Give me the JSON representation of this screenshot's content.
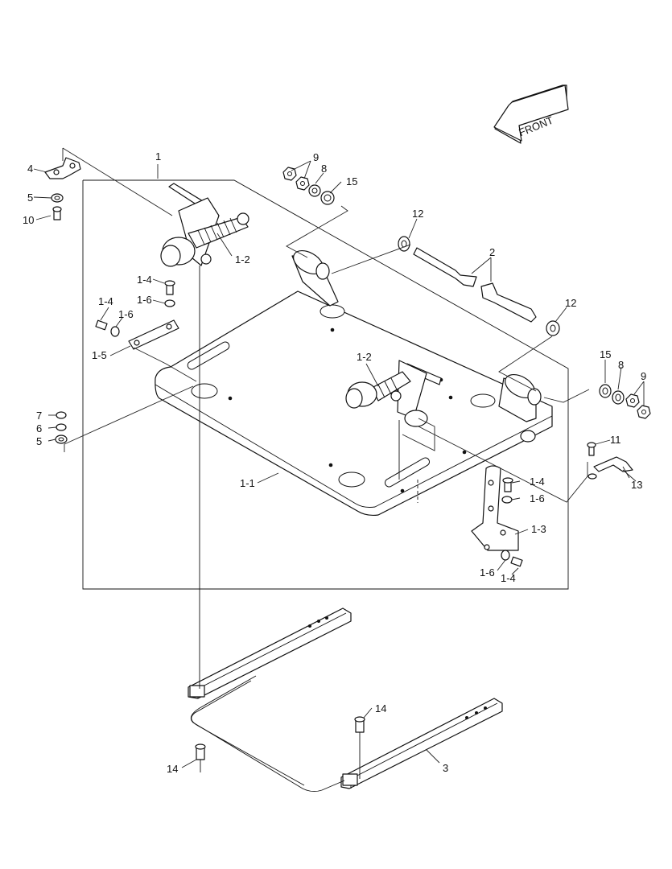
{
  "front_arrow": {
    "text": "FRONT"
  },
  "callouts": {
    "c1": "1",
    "c1_1": "1-1",
    "c1_2a": "1-2",
    "c1_2b": "1-2",
    "c1_3": "1-3",
    "c1_4a": "1-4",
    "c1_4b": "1-4",
    "c1_4c": "1-4",
    "c1_4d": "1-4",
    "c1_5": "1-5",
    "c1_6a": "1-6",
    "c1_6b": "1-6",
    "c1_6c": "1-6",
    "c1_6d": "1-6",
    "c2": "2",
    "c3": "3",
    "c4": "4",
    "c5a": "5",
    "c5b": "5",
    "c6": "6",
    "c7": "7",
    "c8a": "8",
    "c8b": "8",
    "c9a": "9",
    "c9b": "9",
    "c10": "10",
    "c11": "11",
    "c12a": "12",
    "c12b": "12",
    "c13": "13",
    "c14a": "14",
    "c14b": "14",
    "c15a": "15",
    "c15b": "15"
  }
}
